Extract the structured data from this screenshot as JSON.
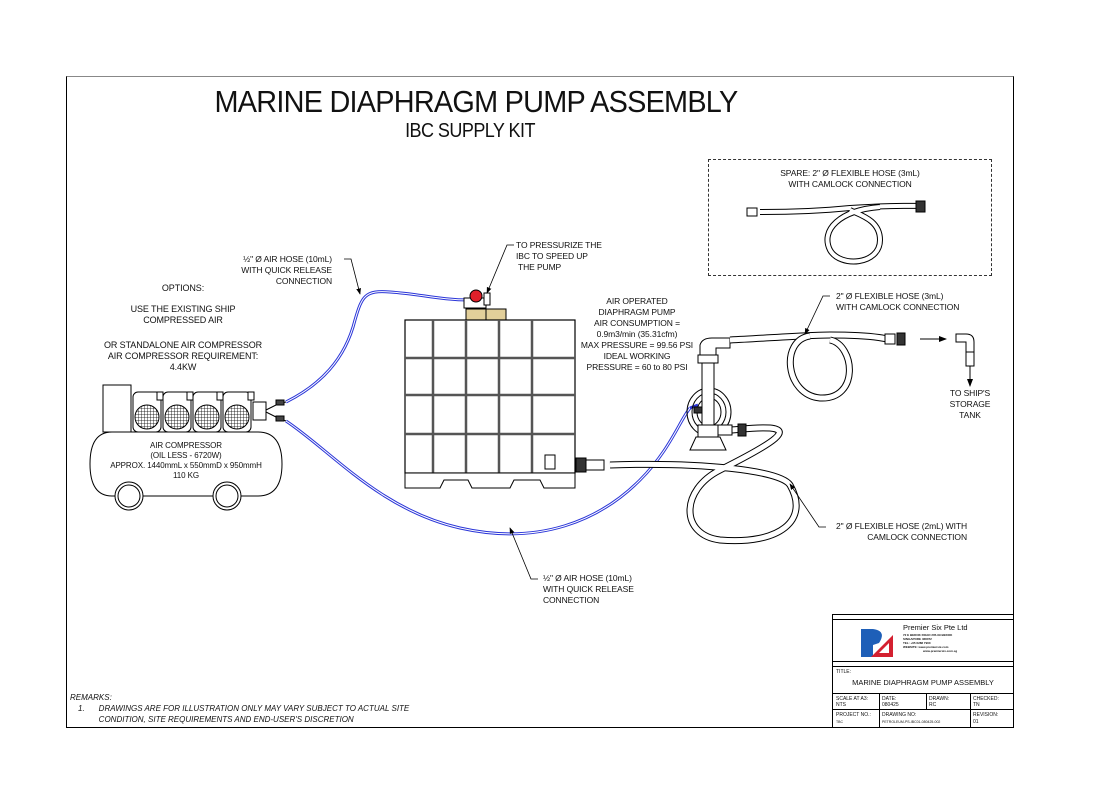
{
  "title": "MARINE DIAPHRAGM PUMP ASSEMBLY",
  "subtitle": "IBC SUPPLY KIT",
  "options": {
    "heading": "OPTIONS:",
    "option1": [
      "USE THE EXISTING SHIP",
      "COMPRESSED AIR"
    ],
    "option2": [
      "OR STANDALONE AIR COMPRESSOR",
      "AIR COMPRESSOR REQUIREMENT:",
      "4.4KW"
    ]
  },
  "compressor": {
    "label": [
      "AIR COMPRESSOR",
      "(OIL LESS - 6720W)",
      "APPROX. 1440mmL x 550mmD x 950mmH",
      "110 KG"
    ]
  },
  "air_hose_top": [
    "½\" Ø AIR HOSE (10mL)",
    "WITH QUICK RELEASE",
    "CONNECTION"
  ],
  "air_hose_bottom": [
    "½\" Ø AIR HOSE (10mL)",
    "WITH QUICK RELEASE",
    "CONNECTION"
  ],
  "pressurize_note": [
    "TO PRESSURIZE THE",
    "IBC TO SPEED UP",
    "THE PUMP"
  ],
  "pump_spec": [
    "AIR OPERATED",
    "DIAPHRAGM PUMP",
    "AIR CONSUMPTION =",
    "0.9m3/min (35.31cfm)",
    "MAX PRESSURE = 99.56 PSI",
    "IDEAL WORKING",
    "PRESSURE = 60 to 80 PSI"
  ],
  "spare": [
    "SPARE: 2\" Ø FLEXIBLE HOSE (3mL)",
    "WITH CAMLOCK CONNECTION"
  ],
  "hose_3m": [
    "2\" Ø FLEXIBLE HOSE (3mL)",
    "WITH CAMLOCK CONNECTION"
  ],
  "hose_2m": [
    "2\" Ø FLEXIBLE HOSE (2mL) WITH",
    "CAMLOCK CONNECTION"
  ],
  "destination": [
    "TO SHIP'S",
    "STORAGE",
    "TANK"
  ],
  "remarks": {
    "heading": "REMARKS:",
    "items": [
      {
        "num": "1.",
        "lines": [
          "DRAWINGS ARE FOR ILLUSTRATION ONLY MAY VARY SUBJECT TO ACTUAL SITE",
          "CONDITION, SITE REQUIREMENTS AND END-USER'S DISCRETION"
        ]
      }
    ]
  },
  "title_block": {
    "company": "Premier Six Pte Ltd",
    "address_lines": [
      "72 E BEDOK ROAD #05-09 BEDOK",
      "SINGAPORE 468072",
      "TEL: +65 6288 7900",
      "WEBSITE: www.premiersix.com",
      "www.premiersix.com.sg"
    ],
    "title_label": "TITLE:",
    "title_value": "MARINE DIAPHRAGM PUMP ASSEMBLY",
    "scale_label": "SCALE AT A3:",
    "scale_value": "NTS",
    "date_label": "DATE:",
    "date_value": "080425",
    "drawn_label": "DRAWN:",
    "drawn_value": "RC",
    "checked_label": "CHECKED:",
    "checked_value": "TN",
    "project_label": "PROJECT NO.:",
    "project_value": "TBC",
    "drawing_label": "DRAWING NO:",
    "drawing_value": "PETROLEUM-PS-IBC01-080425-002",
    "revision_label": "REVISION:",
    "revision_value": "01"
  },
  "colors": {
    "air_hose": "#2a35d8",
    "logo_blue": "#1e5fb8",
    "logo_red": "#d42030",
    "pallet": "#e2cf9a",
    "valve_red": "#e0202a"
  }
}
